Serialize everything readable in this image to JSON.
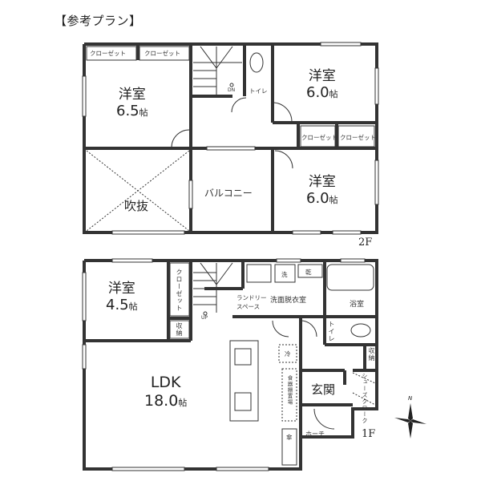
{
  "title": "【参考プラン】",
  "floors": {
    "second": {
      "label": "2F",
      "rooms": {
        "western_65": {
          "name": "洋室",
          "area": "6.5",
          "unit": "帖"
        },
        "western_60a": {
          "name": "洋室",
          "area": "6.0",
          "unit": "帖"
        },
        "western_60b": {
          "name": "洋室",
          "area": "6.0",
          "unit": "帖"
        },
        "void": {
          "name": "吹抜"
        },
        "balcony": {
          "name": "バルコニー"
        },
        "toilet": {
          "name": "トイレ"
        },
        "stairs_dn": {
          "name": "DN"
        }
      },
      "closets": [
        "クローゼット",
        "クローゼット",
        "クローゼット",
        "クローゼット"
      ]
    },
    "first": {
      "label": "1F",
      "rooms": {
        "western_45": {
          "name": "洋室",
          "area": "4.5",
          "unit": "帖"
        },
        "ldk": {
          "name": "LDK",
          "area": "18.0",
          "unit": "帖"
        },
        "entrance": {
          "name": "玄関"
        },
        "washroom": {
          "name": "洗面脱衣室"
        },
        "laundry": {
          "name": "ランドリー\nスペース",
          "line1": "ランドリー",
          "line2": "スペース"
        },
        "bath": {
          "name": "浴室"
        },
        "toilet": {
          "name": "トイレ"
        },
        "porch": {
          "name": "ホーチ"
        },
        "stairs_up": {
          "name": "UP"
        }
      },
      "closet": "クローゼット",
      "storage": [
        "収納",
        "収納"
      ],
      "shoes_cloak": "シューズクローク",
      "fridge": "冷",
      "washer": "洗",
      "dryer": "乾",
      "dish_cabinet": "食器棚置場",
      "umbrella": "傘"
    }
  },
  "compass": {
    "north_label": "N"
  }
}
